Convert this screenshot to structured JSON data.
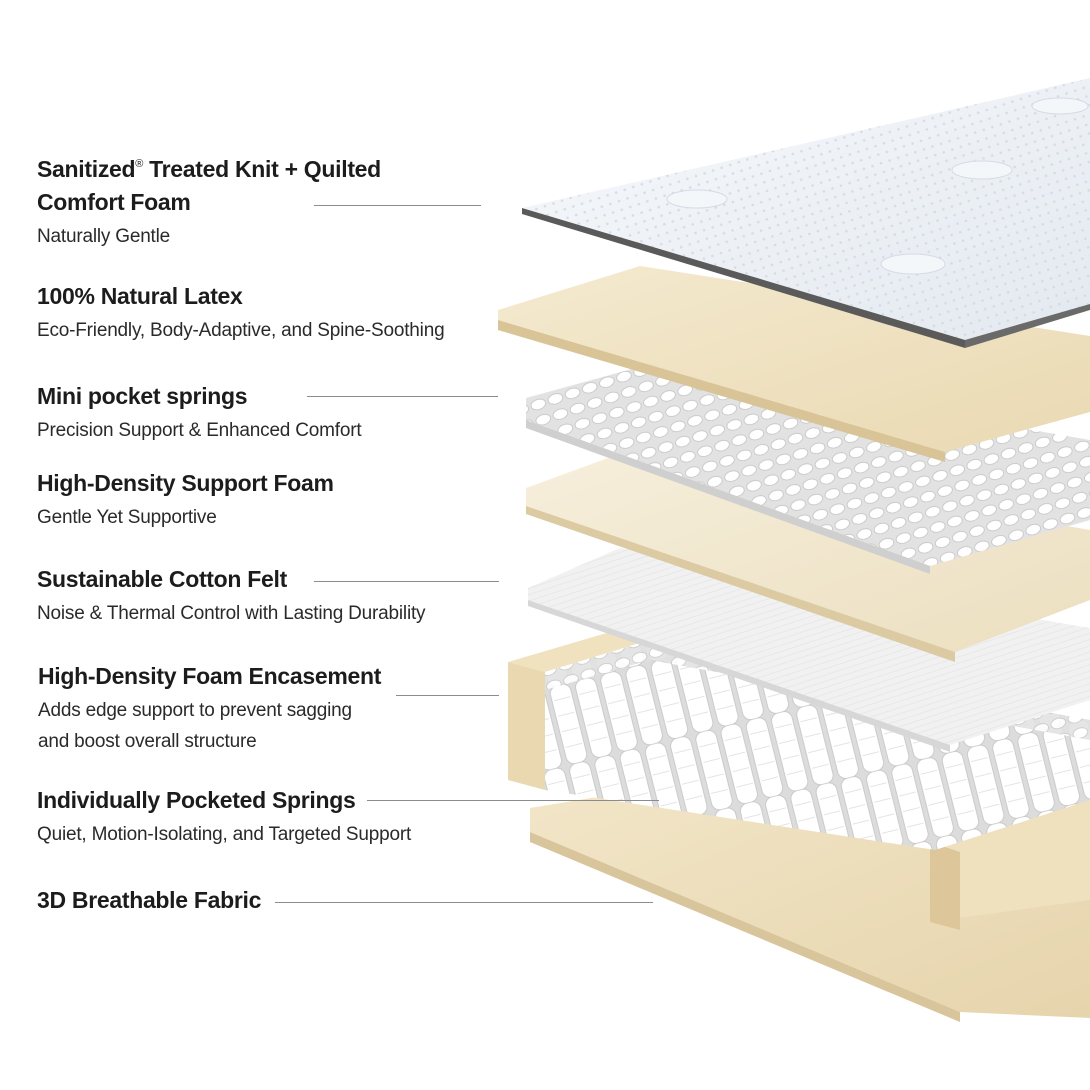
{
  "layers": [
    {
      "title": "Sanitized",
      "title_mark": "®",
      "title_rest": " Treated Knit + Quilted",
      "title_line2": "Comfort Foam",
      "subtitle": "Naturally Gentle"
    },
    {
      "title": "100% Natural Latex",
      "subtitle": "Eco-Friendly, Body-Adaptive, and Spine-Soothing"
    },
    {
      "title": "Mini pocket springs",
      "subtitle": "Precision Support & Enhanced Comfort"
    },
    {
      "title": "High-Density Support Foam",
      "subtitle": "Gentle Yet Supportive"
    },
    {
      "title": "Sustainable Cotton Felt",
      "subtitle": "Noise & Thermal Control with Lasting Durability"
    },
    {
      "title": "High-Density Foam Encasement",
      "subtitle": "Adds edge support to prevent sagging",
      "subtitle_line2": "and boost overall structure"
    },
    {
      "title": "Individually Pocketed Springs",
      "subtitle": "Quiet, Motion-Isolating, and Targeted Support"
    },
    {
      "title": "3D Breathable Fabric"
    }
  ],
  "colors": {
    "latex": "#efe4c6",
    "foam": "#f1e7cf",
    "felt": "#f2f2f2",
    "knit": "#eef2f6",
    "knit_edge": "#5a5a5a",
    "spring": "#ffffff",
    "spring_outline": "#c9c9c9",
    "leader": "#8c8c8c"
  }
}
